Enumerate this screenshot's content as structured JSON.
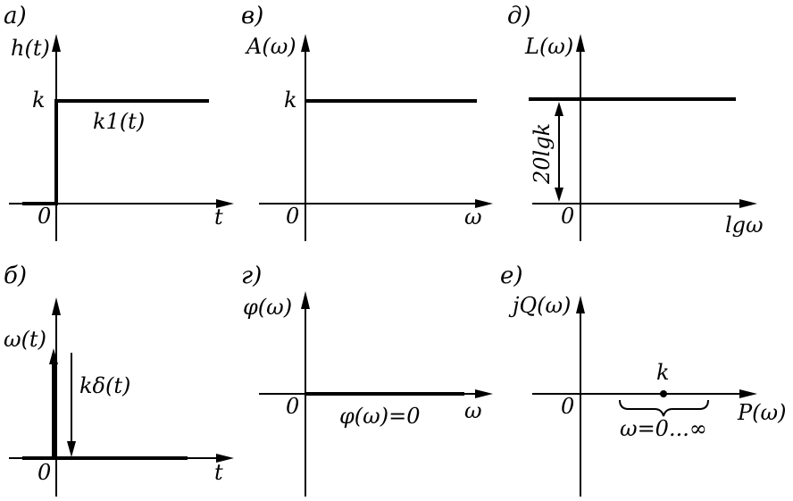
{
  "panels": {
    "a": {
      "panel_label": "а)",
      "y_label": "h(t)",
      "x_label": "t",
      "origin": "0",
      "level": "k",
      "curve_label": "k1(t)"
    },
    "b": {
      "panel_label": "б)",
      "y_label": "ω(t)",
      "x_label": "t",
      "origin": "0",
      "impulse_label": "kδ(t)"
    },
    "v": {
      "panel_label": "в)",
      "y_label": "A(ω)",
      "x_label": "ω",
      "origin": "0",
      "level": "k"
    },
    "g": {
      "panel_label": "г)",
      "y_label": "φ(ω)",
      "x_label": "ω",
      "origin": "0",
      "curve_label": "φ(ω)=0"
    },
    "d": {
      "panel_label": "д)",
      "y_label": "L(ω)",
      "x_label": "lgω",
      "origin": "0",
      "dimension_label": "20lgk"
    },
    "e": {
      "panel_label": "е)",
      "y_label": "jQ(ω)",
      "x_label": "P(ω)",
      "origin": "0",
      "point_label": "k",
      "range_label": "ω=0...∞"
    }
  }
}
